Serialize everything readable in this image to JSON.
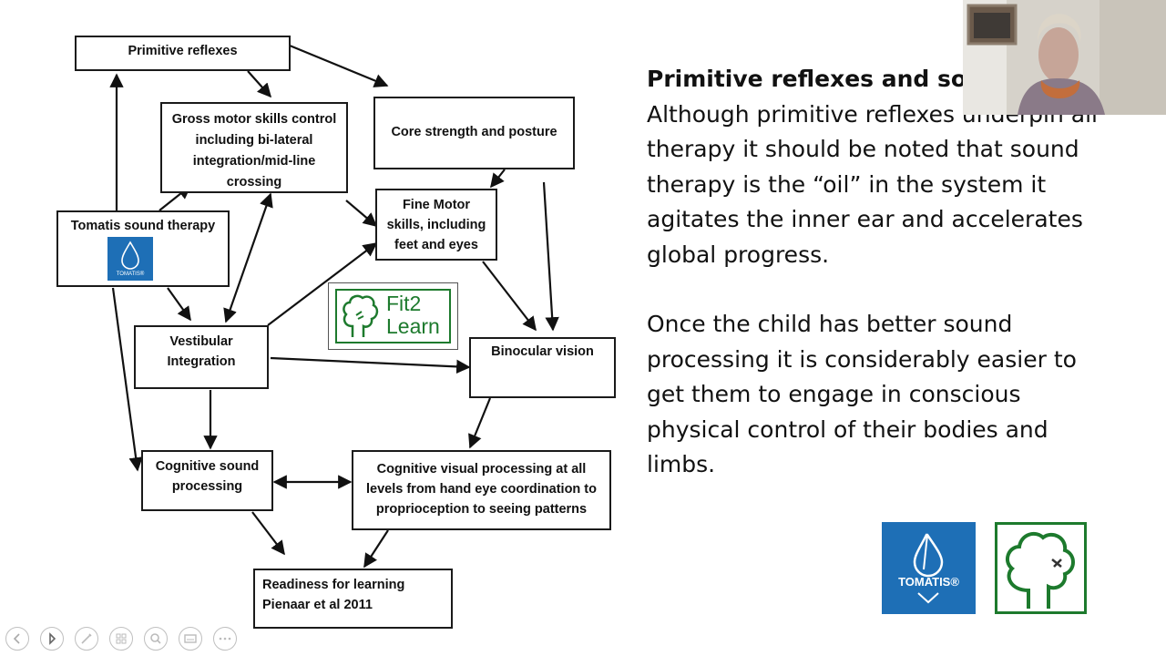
{
  "diagram": {
    "nodes": {
      "primitive_reflexes": "Primitive reflexes",
      "gross_motor": "Gross motor skills control\nincluding bi-lateral\nintegration/mid-line\ncrossing",
      "core_strength": "Core strength and posture",
      "tomatis": "Tomatis sound therapy",
      "fine_motor": "Fine Motor\nskills, including\nfeet and eyes",
      "vestibular": "Vestibular\nIntegration",
      "binocular": "Binocular vision",
      "cognitive_sound": "Cognitive sound\nprocessing",
      "cognitive_visual": "Cognitive visual processing at all\nlevels from hand eye coordination to\nproprioception to seeing patterns",
      "readiness": "Readiness for learning\nPienaar et al 2011"
    },
    "tomatis_small_logo_label": "TOMATIS®",
    "fit2learn_logo_text": "Fit2\nLearn"
  },
  "text_panel": {
    "heading": "Primitive reflexes and sound",
    "paragraph1": "Although primitive reflexes underpin all therapy it should be noted that sound therapy is the “oil” in the system it agitates the inner ear and accelerates global progress.",
    "paragraph2": "Once the child has better sound processing it is considerably easier to get them to engage in conscious physical control of their bodies and limbs."
  },
  "logos": {
    "tomatis_label": "TOMATIS®"
  },
  "colors": {
    "tomatis_blue": "#1e6fb6",
    "fit2learn_green": "#1d7a2d"
  },
  "toolbar": {
    "buttons": [
      "previous-slide",
      "next-slide",
      "pen",
      "slides-grid",
      "zoom",
      "subtitles",
      "more-options"
    ]
  }
}
